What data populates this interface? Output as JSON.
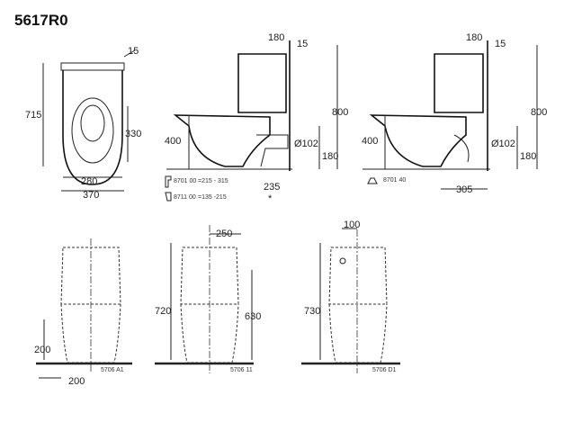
{
  "title": "5617R0",
  "top_view": {
    "d_15": "15",
    "d_715": "715",
    "d_330": "330",
    "d_280": "280",
    "d_370": "370"
  },
  "side_view_1": {
    "d_180": "180",
    "d_15": "15",
    "d_800": "800",
    "d_400": "400",
    "d_102": "Ø102",
    "d_180b": "180",
    "d_235": "235",
    "star": "*",
    "fittings": [
      {
        "code": "8701 00",
        "range": "=215 - 315"
      },
      {
        "code": "8711 00",
        "range": "=135 -215"
      }
    ]
  },
  "side_view_2": {
    "d_180": "180",
    "d_15": "15",
    "d_800": "800",
    "d_400": "400",
    "d_102": "Ø102",
    "d_180b": "180",
    "d_305": "305",
    "fitting": "8701 40"
  },
  "front_views": [
    {
      "d_200_h": "200",
      "d_200_w": "200",
      "code": "5706 A1"
    },
    {
      "d_250": "250",
      "d_720": "720",
      "d_630": "630",
      "code": "5706 11"
    },
    {
      "d_100": "100",
      "d_730": "730",
      "code": "5706 D1"
    }
  ]
}
